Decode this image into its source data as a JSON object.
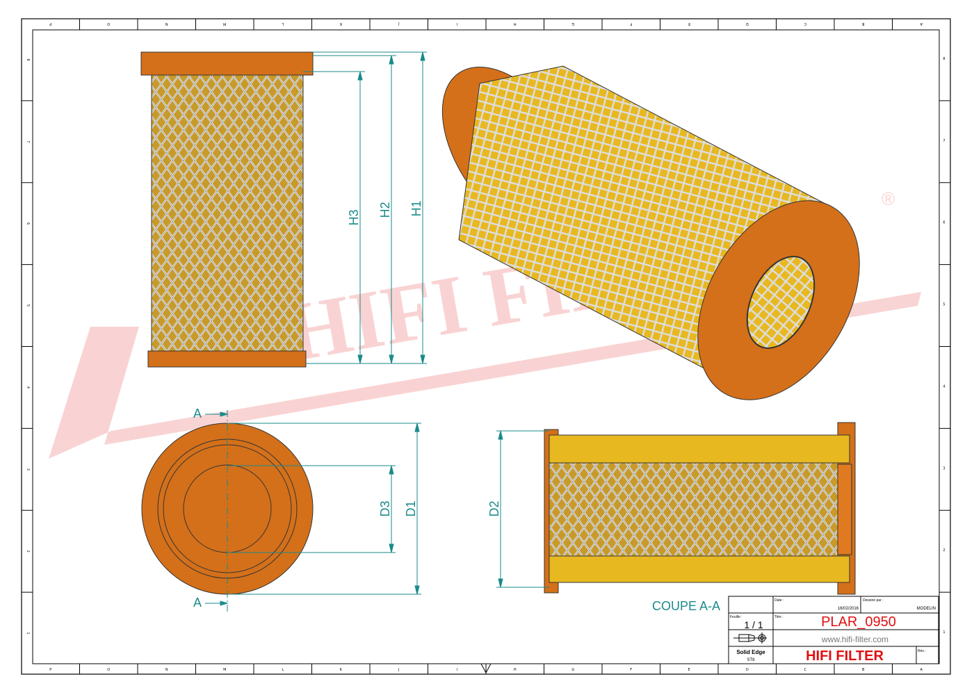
{
  "drawing": {
    "dimensions": {
      "h1": "H1",
      "h2": "H2",
      "h3": "H3",
      "d1": "D1",
      "d2": "D2",
      "d3": "D3"
    },
    "section_marker": "A",
    "section_label": "COUPE A-A",
    "watermark": "HIFI FILTER",
    "watermark_mark": "®"
  },
  "border": {
    "columns": [
      "P",
      "O",
      "N",
      "M",
      "L",
      "K",
      "J",
      "I",
      "H",
      "G",
      "F",
      "E",
      "D",
      "C",
      "B",
      "A"
    ],
    "rows": [
      "8",
      "7",
      "6",
      "5",
      "4",
      "3",
      "2",
      "1"
    ]
  },
  "title_block": {
    "date_label": "Date :",
    "date": "16/02/2016",
    "drawn_by_label": "Dessiné par :",
    "drawn_by": "MODELIN",
    "sheet_label": "Feuille :",
    "sheet": "1 / 1",
    "title_label": "Titre :",
    "title": "PLAR_0950",
    "website": "www.hifi-filter.com",
    "software": "Solid Edge",
    "software_version": "ST8",
    "company": "HIFI FILTER",
    "rev_label": "Rév. :"
  },
  "colors": {
    "orange": "#d4701a",
    "mesh": "#e0b02a",
    "teal": "#1a8a8a",
    "brand_red": "#e01010"
  }
}
